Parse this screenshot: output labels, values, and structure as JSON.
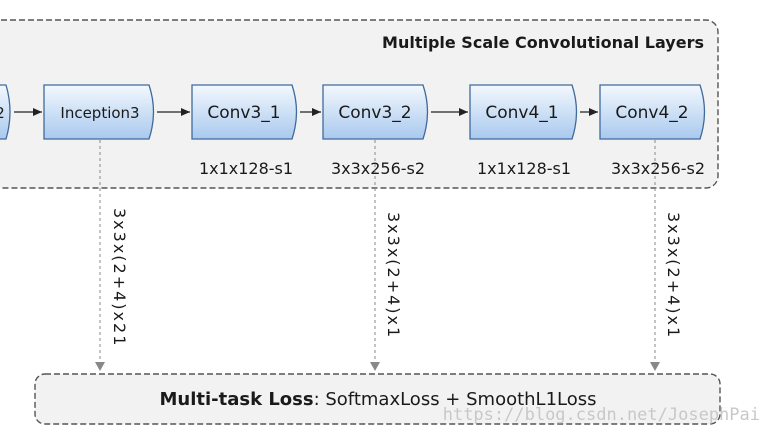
{
  "group": {
    "title": "Multiple Scale Convolutional Layers"
  },
  "nodes": [
    {
      "label": "2"
    },
    {
      "label": "Inception3"
    },
    {
      "label": "Conv3_1",
      "param": "1x1x128-s1"
    },
    {
      "label": "Conv3_2",
      "param": "3x3x256-s2"
    },
    {
      "label": "Conv4_1",
      "param": "1x1x128-s1"
    },
    {
      "label": "Conv4_2",
      "param": "3x3x256-s2"
    }
  ],
  "branches": [
    {
      "label": "3x3x(2+4)x21"
    },
    {
      "label": "3x3x(2+4)x1"
    },
    {
      "label": "3x3x(2+4)x1"
    }
  ],
  "loss": {
    "title": "Multi-task Loss",
    "formula": ": SoftmaxLoss + SmoothL1Loss"
  },
  "watermark": "https://blog.csdn.net/JosephPai",
  "colors": {
    "node_fill_top": "#f3f8fe",
    "node_fill_bottom": "#a9c9ee",
    "node_stroke": "#3f6a9c",
    "group_fill": "#f2f2f2"
  }
}
